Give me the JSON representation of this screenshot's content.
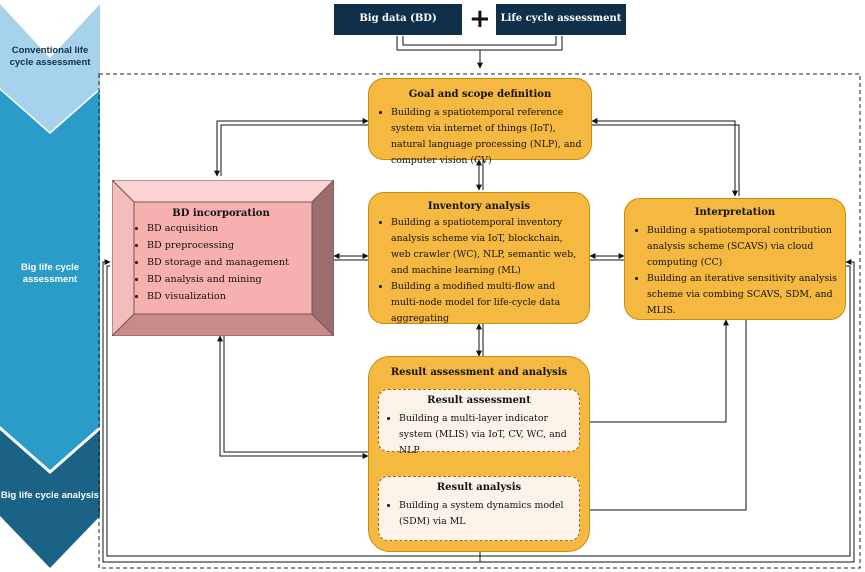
{
  "stages": [
    {
      "label": "Conventional life cycle assessment"
    },
    {
      "label": "Big life cycle assessment"
    },
    {
      "label": "Big life cycle analysis"
    }
  ],
  "top": {
    "big_data": "Big data (BD)",
    "plus": "+",
    "lca": "Life cycle assessment"
  },
  "goal": {
    "title": "Goal and scope definition",
    "items": [
      "Building a spatiotemporal reference system via internet of things (IoT), natural language processing (NLP), and computer vision (CV)"
    ]
  },
  "inventory": {
    "title": "Inventory analysis",
    "items": [
      "Building a spatiotemporal inventory analysis scheme via IoT, blockchain, web crawler (WC), NLP, semantic web, and machine learning (ML)",
      "Building a modified multi-flow and multi-node model for life-cycle data aggregating"
    ]
  },
  "interpretation": {
    "title": "Interpretation",
    "items": [
      "Building a spatiotemporal contribution analysis scheme (SCAVS) via cloud computing (CC)",
      "Building an iterative sensitivity analysis scheme via combing SCAVS, SDM, and MLIS."
    ]
  },
  "bd": {
    "title": "BD incorporation",
    "items": [
      "BD acquisition",
      "BD preprocessing",
      "BD storage and management",
      "BD analysis and mining",
      "BD visualization"
    ]
  },
  "result": {
    "title": "Result assessment and analysis",
    "assessment": {
      "title": "Result assessment",
      "items": [
        "Building a multi-layer indicator system (MLIS) via IoT, CV, WC, and NLP"
      ]
    },
    "analysis": {
      "title": "Result analysis",
      "items": [
        "Building a system dynamics model (SDM) via ML"
      ]
    }
  },
  "colors": {
    "stage1": "#a6d2ec",
    "stage2": "#2b9cc8",
    "stage3": "#1a6386",
    "navy": "#0f3048",
    "orange": "#f5b942",
    "bd_fill": "#f7b0b0"
  }
}
